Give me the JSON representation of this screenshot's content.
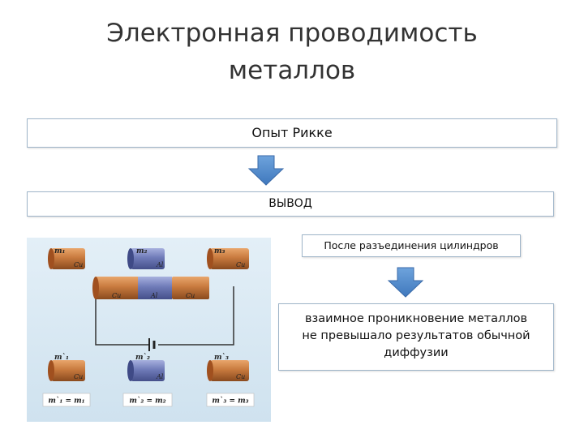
{
  "title": {
    "line1": "Электронная проводимость",
    "line2": "металлов"
  },
  "flow": {
    "experiment": "Опыт Рикке",
    "conclusion": "ВЫВОД",
    "after_separation": "После разъединения цилиндров",
    "result_line1": "взаимное проникновение металлов",
    "result_line2": "не превышало результатов обычной",
    "result_line3": "диффузии"
  },
  "figure": {
    "top_row": [
      {
        "mass": "m₁",
        "metal": "Cu"
      },
      {
        "mass": "m₂",
        "metal": "Al"
      },
      {
        "mass": "m₃",
        "metal": "Cu"
      }
    ],
    "middle_row": [
      "Cu",
      "Al",
      "Cu"
    ],
    "bottom_row": [
      {
        "mass": "m`₁",
        "metal": "Cu"
      },
      {
        "mass": "m`₂",
        "metal": "Al"
      },
      {
        "mass": "m`₃",
        "metal": "Cu"
      }
    ],
    "equations": [
      "m`₁ = m₁",
      "m`₂ = m₂",
      "m`₃ = m₃"
    ],
    "colors": {
      "background": "#d8e9f3",
      "copper": "#c87a3e",
      "aluminum": "#6f7bb8",
      "arrow": "#4a86c8"
    }
  }
}
